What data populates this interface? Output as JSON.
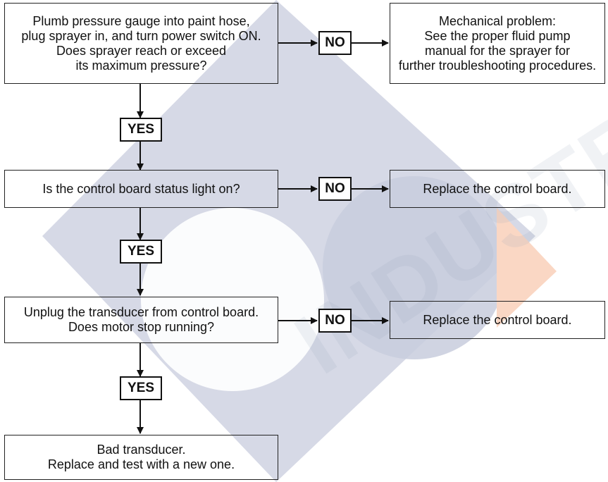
{
  "colors": {
    "watermark_blue": "#C8CCDD",
    "watermark_orange": "#FAD7C4",
    "line": "#111111"
  },
  "watermark": {
    "text": "INDUSTRIAL"
  },
  "boxes": {
    "q1": [
      "Plumb pressure gauge into paint hose,",
      "plug sprayer in, and turn power switch ON.",
      "Does sprayer reach or exceed",
      "its maximum pressure?"
    ],
    "r1": [
      "Mechanical problem:",
      "See the proper fluid pump",
      "manual for the sprayer for",
      "further troubleshooting procedures."
    ],
    "q2": [
      "Is the control board status light on?"
    ],
    "r2": [
      "Replace the control board."
    ],
    "q3": [
      "Unplug the transducer from control board.",
      "Does motor stop running?"
    ],
    "r3": [
      "Replace the control board."
    ],
    "end": [
      "Bad transducer.",
      "Replace and test with a new one."
    ]
  },
  "labels": {
    "yes": "YES",
    "no": "NO"
  }
}
